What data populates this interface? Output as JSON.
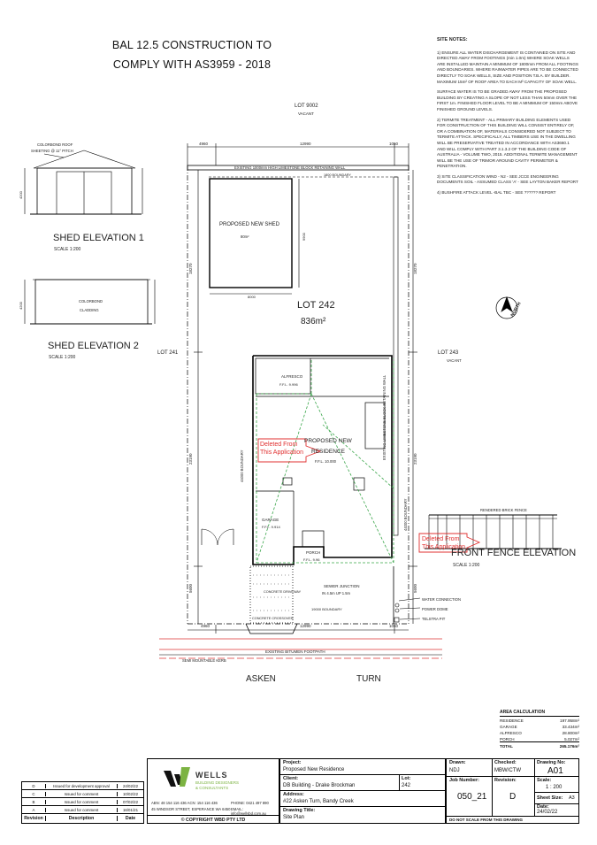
{
  "title_line1": "BAL 12.5 CONSTRUCTION TO",
  "title_line2": "COMPLY WITH AS3959 - 2018",
  "site_notes": {
    "heading": "SITE NOTES:",
    "paragraphs": [
      "1) ENSURE ALL WATER DISCHARGEMENT IS CONTAINED ON SITE AND DIRECTED AWAY FROM FOOTINGS (min 1.0m) WHERE SOAK WELLS ARE INSTALLED MAINTAIN A MINIMUM OF 1800mm FROM ALL FOOTINGS AND BOUNDARIES. WHERE RAINWATER PIPES ARE TO BE CONNECTED DIRECTLY TO SOAK WELLS, SIZE AND POSITION T.B.A. BY BUILDER. MAXIMUM 15m² OF ROOF AREA TO EACH M³ CAPACITY OF SOAK WELL.",
      "SURFACE WATER IS TO BE GRADED AWAY FROM THE PROPOSED BUILDING BY CREATING A SLOPE OF NOT LESS THAN 50mm OVER THE FIRST 1m. FINISHED FLOOR LEVEL TO BE A MINIMUM OF 150mm ABOVE FINISHED GROUND LEVELS.",
      "2) TERMITE TREATMENT - ALL PRIMARY BUILDING ELEMENTS USED FOR CONSTRUCTION OF THIS BUILDING WILL CONSIST ENTIRELY OF, OR A COMBINATION OF, MATERIALS CONSIDERED NOT SUBJECT TO TERMITE ATTACK. SPECIFICALLY, ALL TIMBERS USE IN THE DWELLING WILL BE PRESERVATIVE TREATED IN ACCORDANCE WITH AS3660.1 AND WILL COMPLY WITH PART 3.1.3.2 OF THE BUILDING CODE OF AUSTRALIA - VOLUME TWO, 2015. ADDITIONAL TERMITE MANAGEMENT WILL BE THE USE OF TRIMOR AROUND CAVITY PERIMETER & PENETRATION.",
      "3) SITE CLASSIFICATION WIND - N2 - SEE JCCE ENGINEERING DOCUMENTS SOIL - ASSUMED CLASS 'A' - SEE LAYTON BAKER REPORT",
      "4) BUSHFIRE ATTACK LEVEL -BAL TBC - SEE ?????? REPORT"
    ]
  },
  "plan": {
    "lot_9002": "LOT 9002",
    "vacant": "VACANT",
    "lot_242": "LOT 242",
    "area": "836m²",
    "lot_241": "LOT 241",
    "lot_243": "LOT 243",
    "vacant_243": "VACANT",
    "retaining_wall_top": "EXISTING 1000mm HIGH LIMESTONE BLOCK RETAINING WALL",
    "retaining_wall_side": "EXISTING LIMESTONE BLOCK RETAINING WALL",
    "timber_boundary_top": "1800 BOUNDARY",
    "boundary_left": "44000 BOUNDARY",
    "boundary_right": "44000 BOUNDARY",
    "shed_label": "PROPOSED NEW SHED",
    "shed_area": "80m²",
    "alfresco": "ALFRESCO",
    "alfresco_ffl": "F.F.L. 9.996",
    "residence_line1": "PROPOSED NEW",
    "residence_line2": "RESIDENCE",
    "residence_ffl": "F.F.L. 10.000",
    "garage": "GARAGE",
    "garage_ffl": "F.F.L. 9.914",
    "porch": "PORCH",
    "porch_ffl": "F.F.L. 9.96",
    "concrete_driveway": "CONCRETE DRIVEWAY",
    "crossover": "CONCRETE CROSSOVER",
    "sewer": "SEWER JUNCTION",
    "sewer_detail": "IN 4.5m UP 1.5m",
    "front_boundary": "19000 BOUNDARY",
    "water_connection": "WATER CONNECTION",
    "power_dome": "POWER DOME",
    "telstra_pit": "TELSTRA PIT",
    "footpath": "EXISTING BITUMEN FOOTPATH",
    "kerb": "SEMI MOUNTABLE KERB",
    "street_1": "ASKEN",
    "street_2": "TURN",
    "deleted_1_line1": "Deleted From",
    "deleted_1_line2": "This Application",
    "deleted_2_line1": "Deleted From",
    "deleted_2_line2": "This Application",
    "dims": {
      "top_left": "4960",
      "top_mid": "12990",
      "top_right": "1050",
      "left_upper": "18270",
      "left_mid": "23190",
      "left_lower": "5600",
      "right_upper": "18270",
      "right_mid": "23190",
      "right_lower": "5600",
      "bottom_left": "4960",
      "bottom_mid": "12990",
      "bottom_right": "1050",
      "shed_w": "8000",
      "shed_h": "9900"
    },
    "north": "NORTH"
  },
  "shed_elev1": {
    "note_line1": "COLORBOND ROOF",
    "note_line2": "SHEETING @ 11° PITCH",
    "title": "SHED ELEVATION 1",
    "scale": "SCALE 1:200",
    "dim": "4200"
  },
  "shed_elev2": {
    "cladding_line1": "COLORBOND",
    "cladding_line2": "CLADDING",
    "title": "SHED ELEVATION 2",
    "scale": "SCALE 1:200",
    "dim": "4200"
  },
  "front_fence": {
    "label": "RENDERED BRICK FENCE",
    "title": "FRONT FENCE ELEVATION",
    "scale": "SCALE 1:200"
  },
  "area_calc": {
    "heading": "AREA CALCULATION",
    "rows": [
      {
        "label": "RESIDENCE",
        "value": "197.958m²"
      },
      {
        "label": "GARAGE",
        "value": "33.434m²"
      },
      {
        "label": "ALFRESCO",
        "value": "28.800m²"
      },
      {
        "label": "PORCH",
        "value": "5.027m²"
      },
      {
        "label": "TOTAL",
        "value": "265.176m²"
      }
    ]
  },
  "revisions": {
    "headers": [
      "Revision",
      "Description",
      "Date"
    ],
    "rows": [
      {
        "rev": "D",
        "desc": "Issued for development approval",
        "date": "24/02/22"
      },
      {
        "rev": "C",
        "desc": "Issued for comment",
        "date": "10/02/22"
      },
      {
        "rev": "B",
        "desc": "Issued for comment",
        "date": "07/02/22"
      },
      {
        "rev": "A",
        "desc": "Issued for comment",
        "date": "16/01/21"
      }
    ]
  },
  "company": {
    "name": "WELLS",
    "sub1": "BUILDING DESIGNERS",
    "sub2": "& CONSULTANTS",
    "abn": "ABN: 48 154 116 436  ACN: 154 116 436",
    "address": "45 WINDSOR STREET, ESPERANCE WA 6450",
    "phone": "PHONE: 0421 497 890",
    "email": "EMAIL: info@wellsbd.com.au",
    "copyright": "© COPYRIGHT WBD PTY LTD"
  },
  "title_block": {
    "project_label": "Project:",
    "project": "Proposed New Residence",
    "client_label": "Client:",
    "client": "DB Building - Drake Brockman",
    "lot_label": "Lot:",
    "lot": "242",
    "address_label": "Address:",
    "address": "#22 Asken Turn, Bandy Creek",
    "drawing_title_label": "Drawing Title:",
    "drawing_title": "Site Plan",
    "drawn_label": "Drawn:",
    "drawn": "NDJ",
    "checked_label": "Checked:",
    "checked": "MBW/CTW",
    "drawing_no_label": "Drawing No:",
    "drawing_no": "A01",
    "job_number_label": "Job Number:",
    "job_number": "050_21",
    "revision_label": "Revision:",
    "revision": "D",
    "scale_label": "Scale:",
    "scale": "1 : 200",
    "sheet_size_label": "Sheet Size:",
    "sheet_size": "A3",
    "date_label": "Date:",
    "date": "24/02/22",
    "do_not_scale": "DO NOT SCALE FROM THIS DRAWING"
  }
}
